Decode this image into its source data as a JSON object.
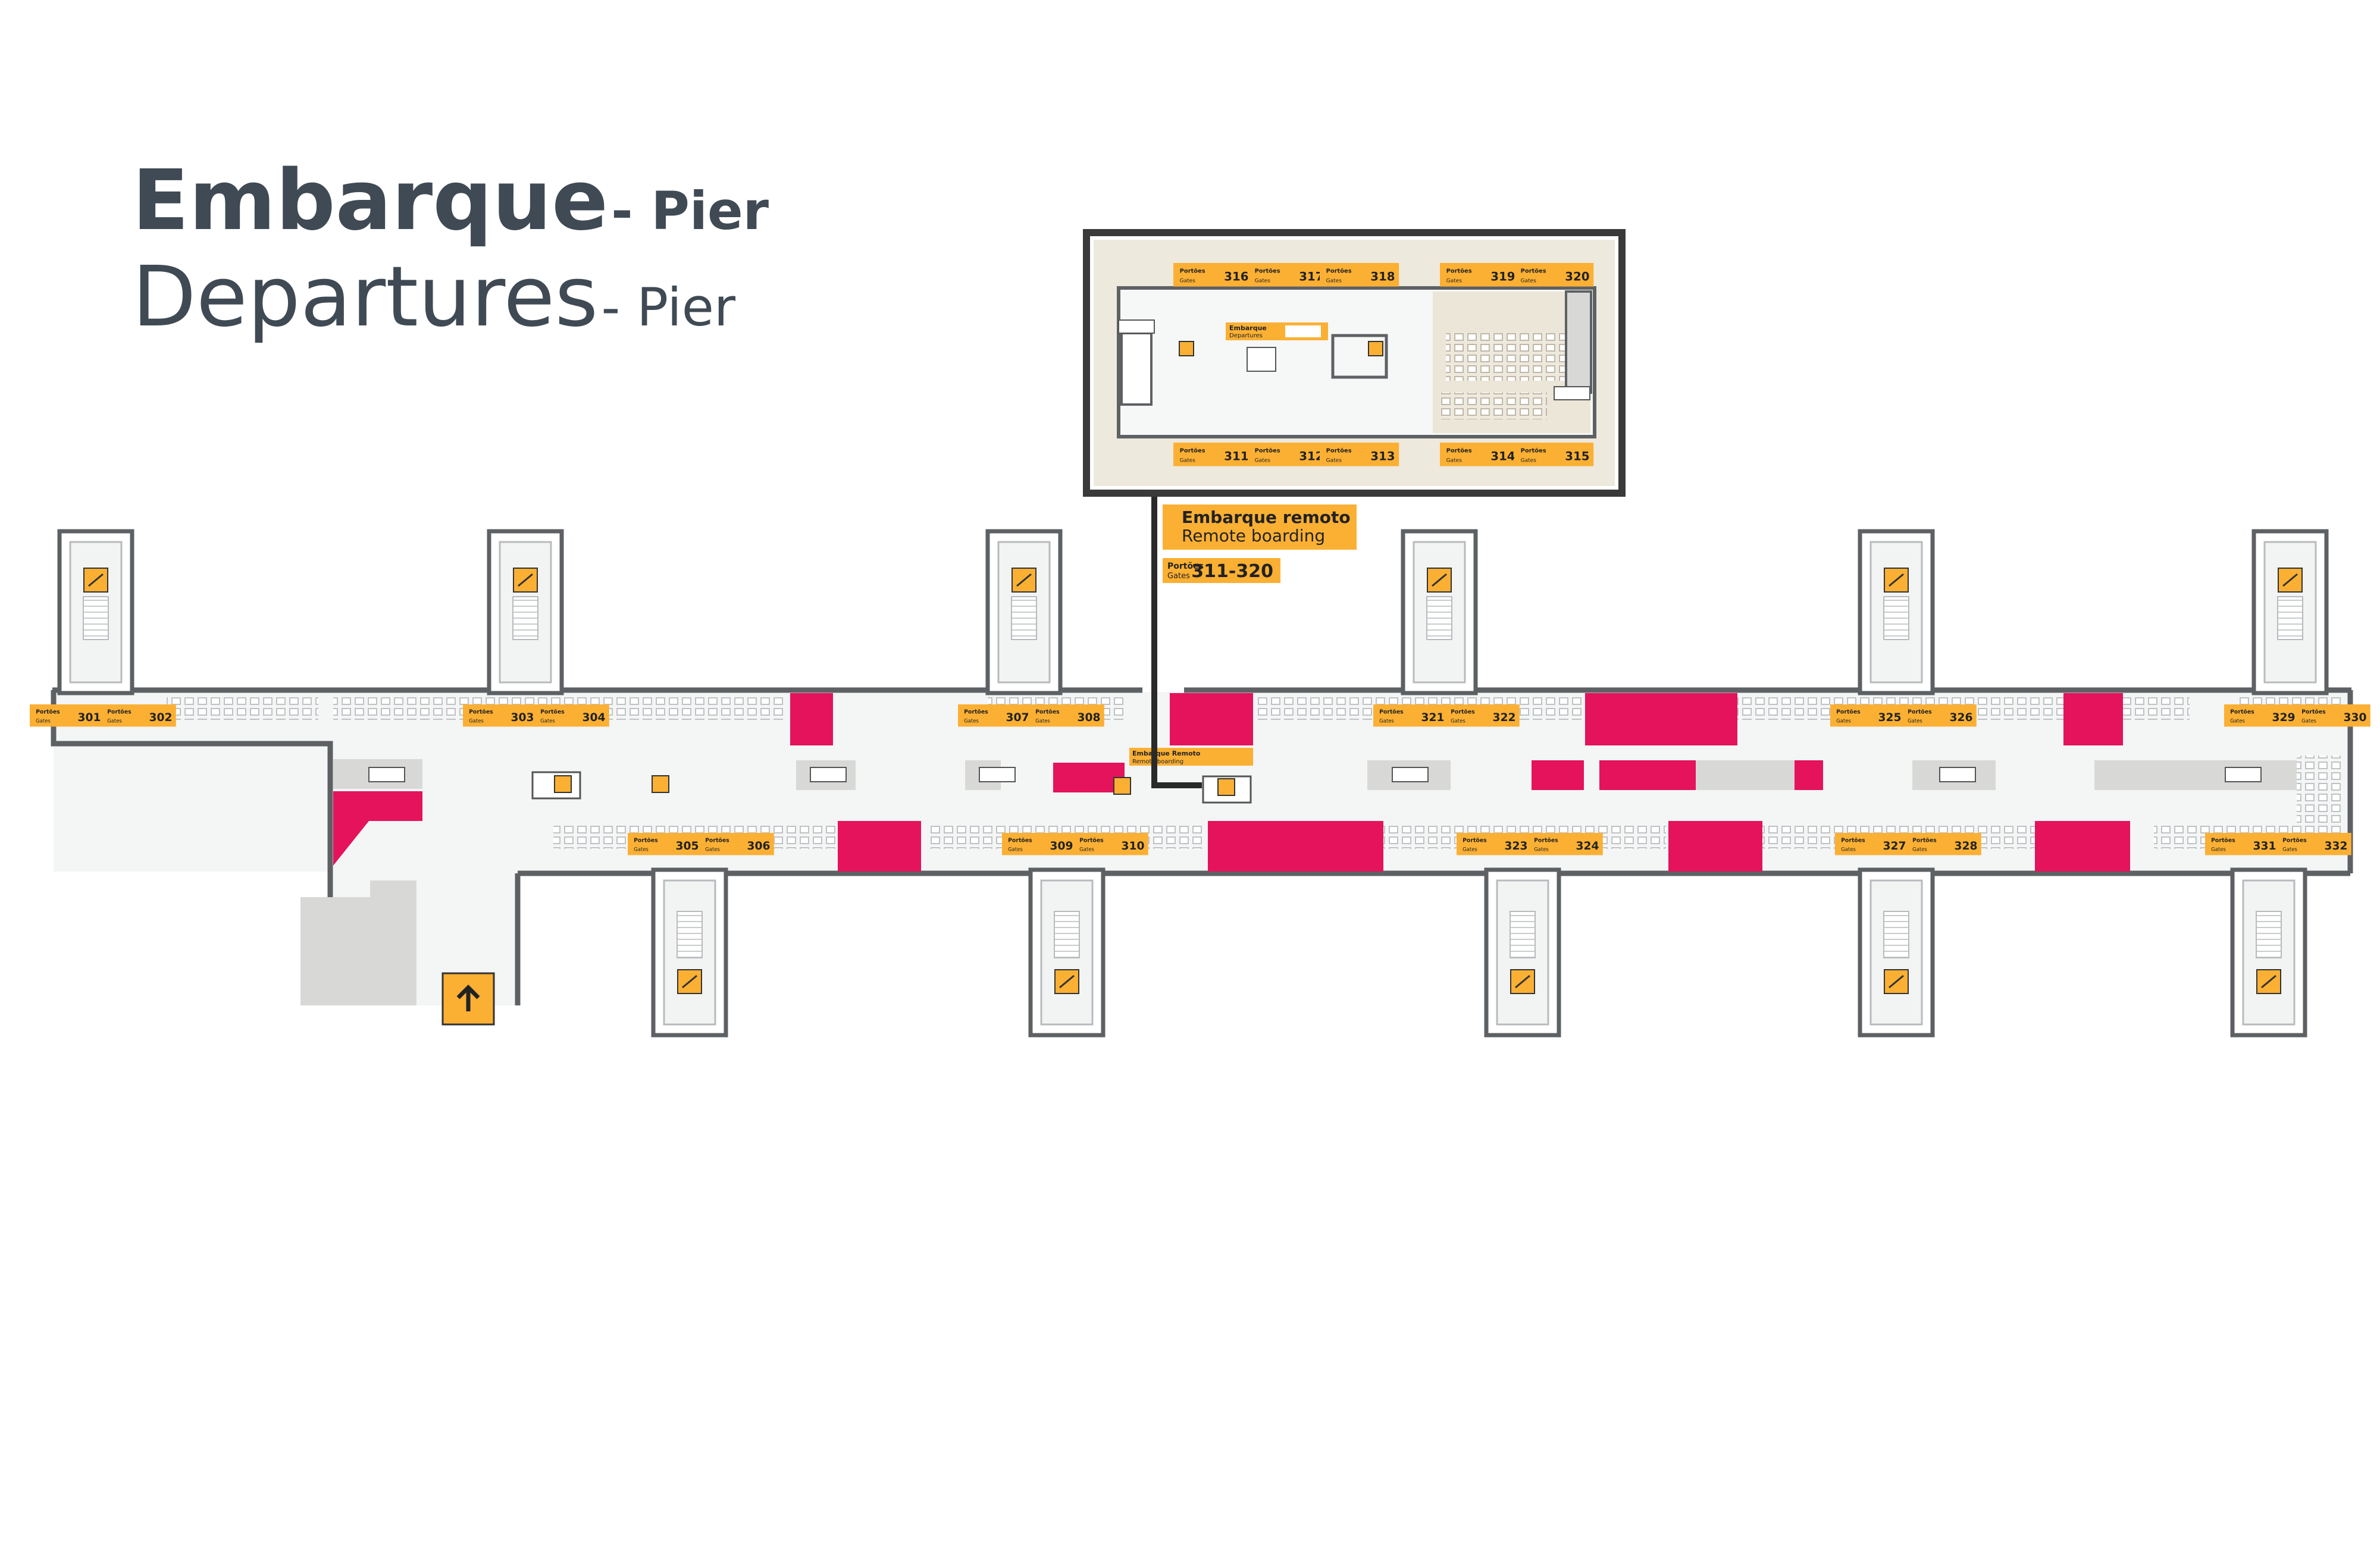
{
  "title": {
    "pt": "Embarque",
    "pt_suffix": "- Pier",
    "en": "Departures",
    "en_suffix": "- Pier"
  },
  "gate_label": {
    "pt": "Portões",
    "en": "Gates"
  },
  "gates_top": [
    "301",
    "302",
    "303",
    "304",
    "307",
    "308",
    "321",
    "322",
    "325",
    "326",
    "329",
    "330"
  ],
  "gates_bottom": [
    "305",
    "306",
    "309",
    "310",
    "323",
    "324",
    "327",
    "328",
    "331",
    "332"
  ],
  "inset": {
    "gates_top": [
      "316",
      "317",
      "318",
      "319",
      "320"
    ],
    "gates_bottom": [
      "311",
      "312",
      "313",
      "314",
      "315"
    ],
    "departures_sign": {
      "pt": "Embarque",
      "en": "Departures"
    }
  },
  "remote_boarding": {
    "title_pt": "Embarque remoto",
    "title_en": "Remote boarding",
    "gates_range": "311-320"
  },
  "small_remote_sign": {
    "pt": "Embarque Remoto",
    "en": "Remote boarding"
  },
  "colors": {
    "brand_yellow": "#fbb034",
    "shop_magenta": "#e4135b",
    "wall": "#5e6164",
    "floor": "#f4f5f5",
    "service_grey": "#d8d9d7",
    "inset_bg": "#eee9dd",
    "title": "#3f4a54"
  },
  "icons": [
    "restroom-icon",
    "escalator-icon",
    "security-icon",
    "elevator-icon",
    "exit-arrow-icon",
    "departures-plane-icon"
  ]
}
